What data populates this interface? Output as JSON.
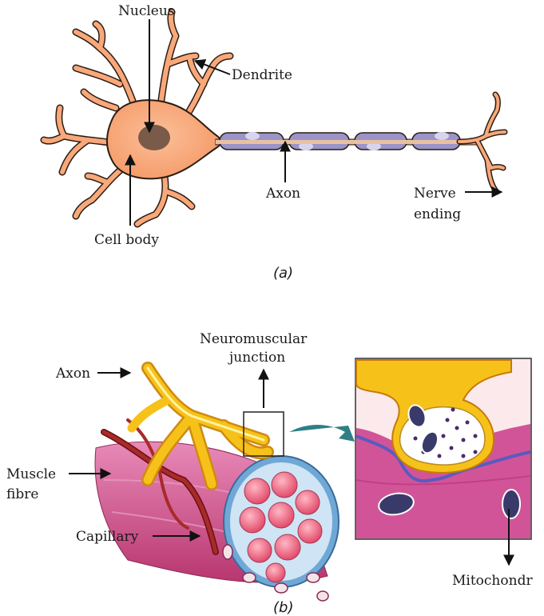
{
  "figure_a": {
    "labels": {
      "nucleus": "Nucleus",
      "dendrite": "Dendrite",
      "axon": "Axon",
      "nerve_ending_1": "Nerve",
      "nerve_ending_2": "ending",
      "cell_body": "Cell body"
    },
    "caption": "(a)"
  },
  "figure_b": {
    "labels": {
      "neuromuscular_1": "Neuromuscular",
      "neuromuscular_2": "junction",
      "axon": "Axon",
      "muscle_fibre_1": "Muscle",
      "muscle_fibre_2": "fibre",
      "capillary": "Capillary",
      "mitochondria": "Mitochondr"
    },
    "caption": "(b)"
  },
  "colors": {
    "cell_body": "#f9a87a",
    "nucleus": "#7a5a48",
    "axon_sheath": "#9a94c8",
    "muscle": "#d0508e",
    "nerve_yellow": "#f6c21a",
    "capillary": "#8b1c1c",
    "teal_arrow": "#2f7f86"
  }
}
